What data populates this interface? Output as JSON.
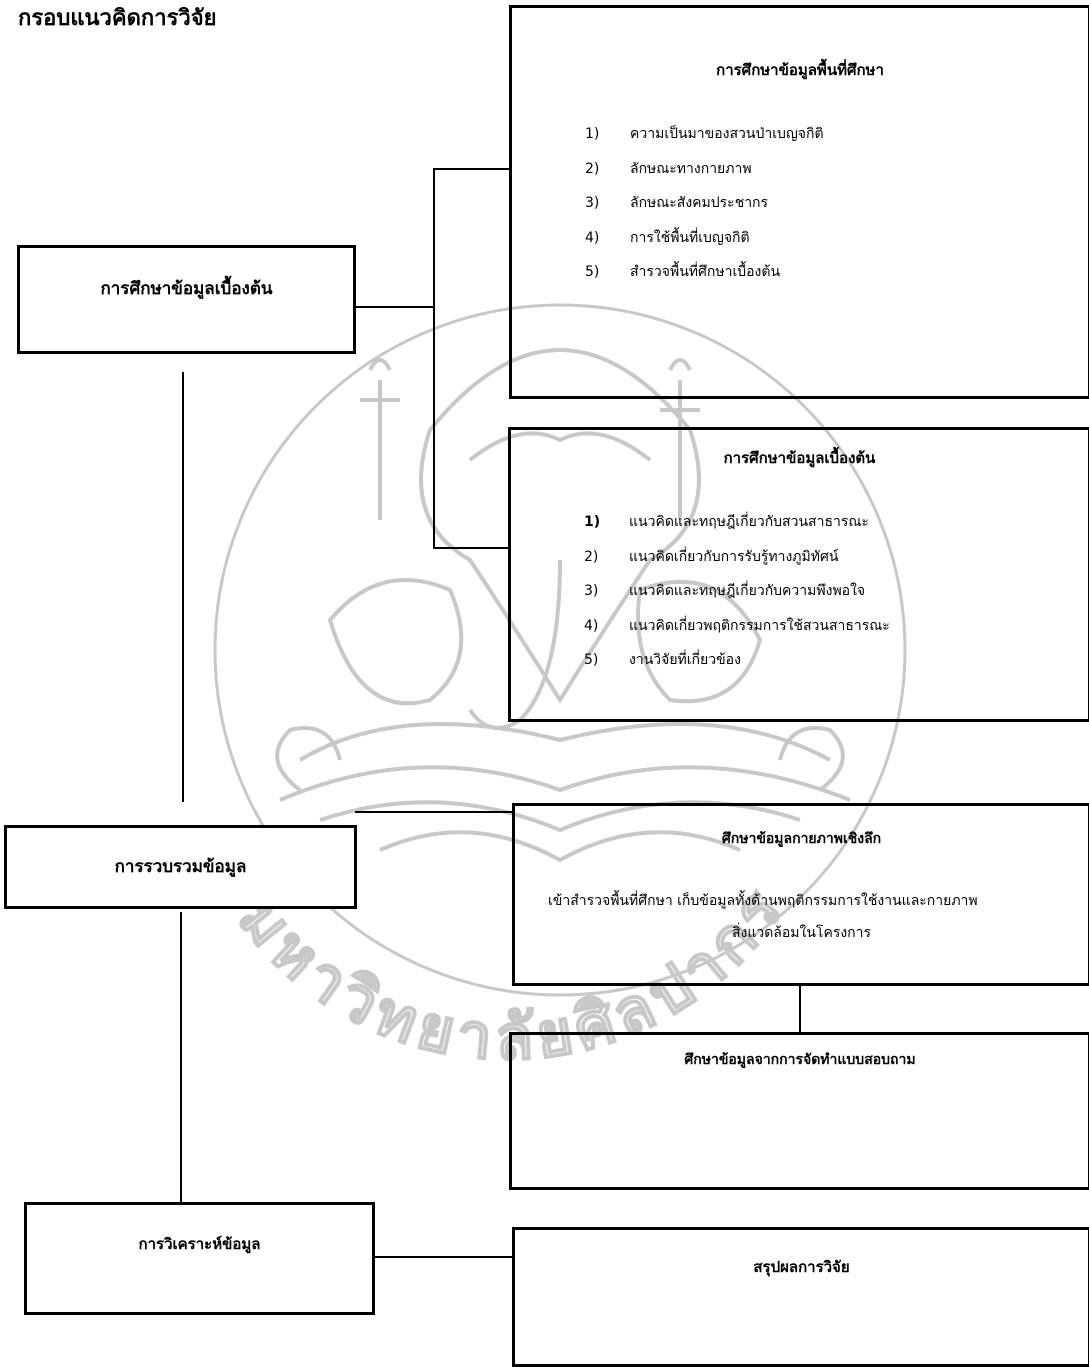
{
  "page_title": "กรอบแนวคิดการวิจัย",
  "left_boxes": [
    {
      "label": "การศึกษาข้อมูลเบื้องต้น"
    },
    {
      "label": "การรวบรวมข้อมูล"
    },
    {
      "label": "การวิเคราะห์ข้อมูล"
    }
  ],
  "box_area": {
    "title": "การศึกษาข้อมูลพื้นที่ศึกษา",
    "items": [
      {
        "num": "1)",
        "text": "ความเป็นมาของสวนป่าเบญจกิติ"
      },
      {
        "num": "2)",
        "text": "ลักษณะทางกายภาพ"
      },
      {
        "num": "3)",
        "text": "ลักษณะสังคมประชากร"
      },
      {
        "num": "4)",
        "text": "การใช้พื้นที่เบญจกิติ"
      },
      {
        "num": "5)",
        "text": "สำรวจพื้นที่ศึกษาเบื้องต้น"
      }
    ]
  },
  "box_theory": {
    "title": "การศึกษาข้อมูลเบื้องต้น",
    "items": [
      {
        "num": "1)",
        "text": "แนวคิดและทฤษฎีเกี่ยวกับสวนสาธารณะ"
      },
      {
        "num": "2)",
        "text": "แนวคิดเกี่ยวกับการรับรู้ทางภูมิทัศน์"
      },
      {
        "num": "3)",
        "text": "แนวคิดและทฤษฎีเกี่ยวกับความพึงพอใจ"
      },
      {
        "num": "4)",
        "text": "แนวคิดเกี่ยวพฤติกรรมการใช้สวนสาธารณะ"
      },
      {
        "num": "5)",
        "text": "งานวิจัยที่เกี่ยวข้อง"
      }
    ]
  },
  "box_physical": {
    "title": "ศึกษาข้อมูลกายภาพเชิงลึก",
    "desc_line1": "เข้าสำรวจพื้นที่ศึกษา เก็บข้อมูลทั้งด้านพฤติกรรมการใช้งานและกายภาพ",
    "desc_line2": "สิ่งแวดล้อมในโครงการ"
  },
  "box_survey": {
    "title": "ศึกษาข้อมูลจากการจัดทำแบบสอบถาม"
  },
  "box_summary": {
    "title": "สรุปผลการวิจัย"
  },
  "watermark": {
    "text": "มหาวิทยาลัยศิลปากร",
    "icon": "ganesha-seal-icon",
    "color": "#c8c8c8"
  }
}
